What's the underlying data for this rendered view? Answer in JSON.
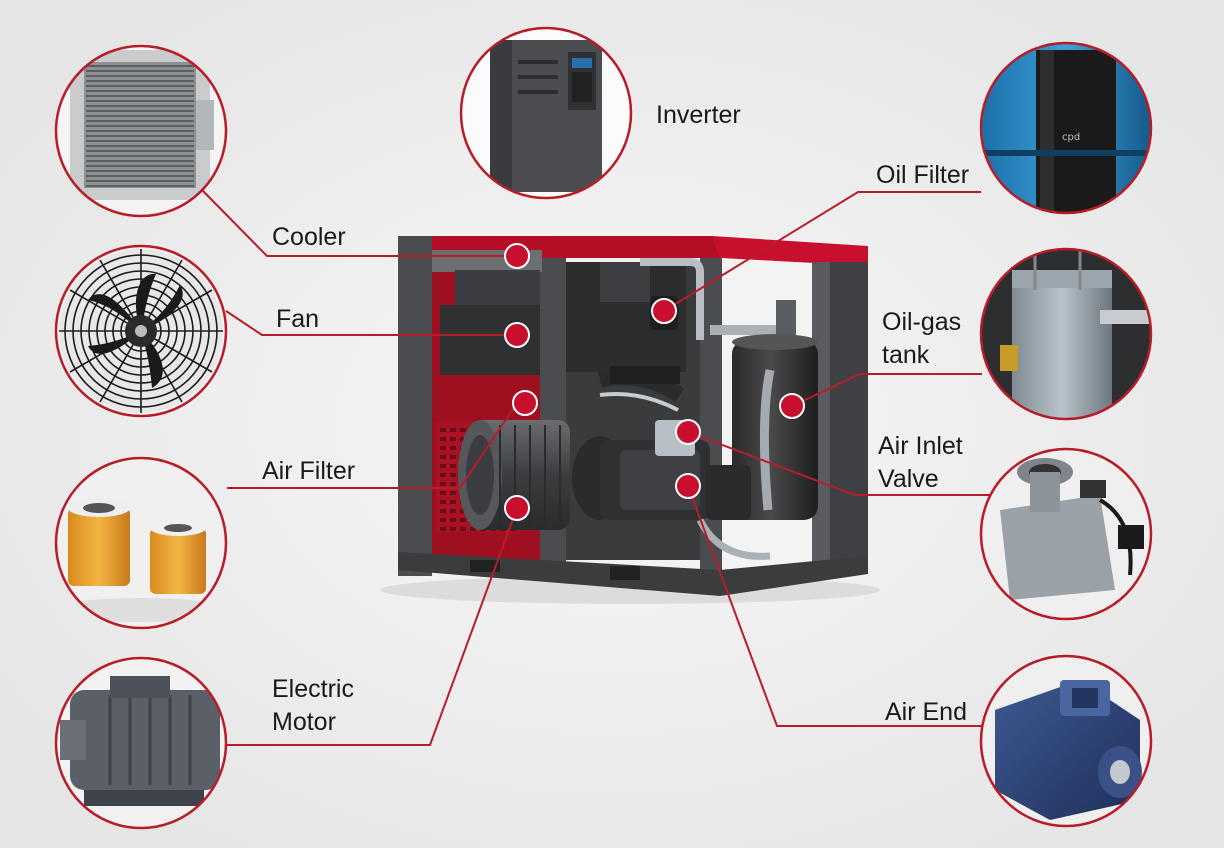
{
  "colors": {
    "background": "#ececec",
    "accent_red": "#c8102e",
    "leader_line": "#b81c28",
    "frame_gray": "#4a4b4d",
    "text": "#1a1a1a"
  },
  "components": [
    {
      "id": "inverter",
      "label": "Inverter",
      "icon": "inverter-cabinet"
    },
    {
      "id": "oil-filter",
      "label": "Oil Filter",
      "icon": "oil-filter-canister"
    },
    {
      "id": "cooler",
      "label": "Cooler",
      "icon": "radiator-cooler"
    },
    {
      "id": "fan",
      "label": "Fan",
      "icon": "axial-fan"
    },
    {
      "id": "oil-gas-tank",
      "label": "Oil-gas\ntank",
      "icon": "separator-tank"
    },
    {
      "id": "air-inlet-valve",
      "label": "Air Inlet\nValve",
      "icon": "inlet-valve"
    },
    {
      "id": "air-filter",
      "label": "Air Filter",
      "icon": "air-filter-cartridge"
    },
    {
      "id": "electric-motor",
      "label": "Electric\nMotor",
      "icon": "electric-motor"
    },
    {
      "id": "air-end",
      "label": "Air End",
      "icon": "screw-air-end"
    }
  ]
}
